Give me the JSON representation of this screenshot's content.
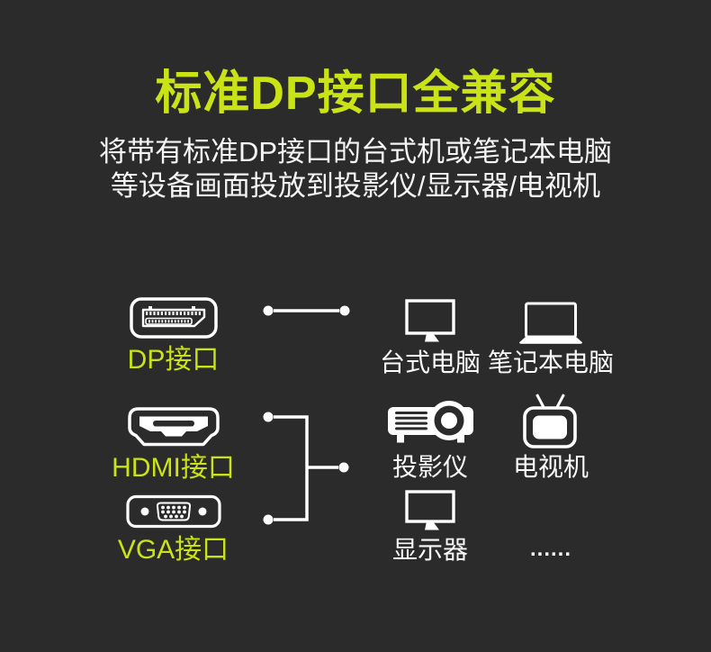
{
  "colors": {
    "background": "#2b2b2b",
    "accent_green": "#c9e316",
    "white": "#ffffff"
  },
  "title": "标准DP接口全兼容",
  "subtitle_line1": "将带有标准DP接口的台式机或笔记本电脑",
  "subtitle_line2": "等设备画面投放到投影仪/显示器/电视机",
  "ports": [
    {
      "label": "DP接口",
      "icon": "dp-port-icon"
    },
    {
      "label": "HDMI接口",
      "icon": "hdmi-port-icon"
    },
    {
      "label": "VGA接口",
      "icon": "vga-port-icon"
    }
  ],
  "devices": [
    {
      "label": "台式电脑",
      "icon": "desktop-computer-icon"
    },
    {
      "label": "笔记本电脑",
      "icon": "laptop-icon"
    },
    {
      "label": "投影仪",
      "icon": "projector-icon"
    },
    {
      "label": "电视机",
      "icon": "tv-icon"
    },
    {
      "label": "显示器",
      "icon": "monitor-icon"
    },
    {
      "label": "......",
      "icon": "ellipsis-more"
    }
  ]
}
